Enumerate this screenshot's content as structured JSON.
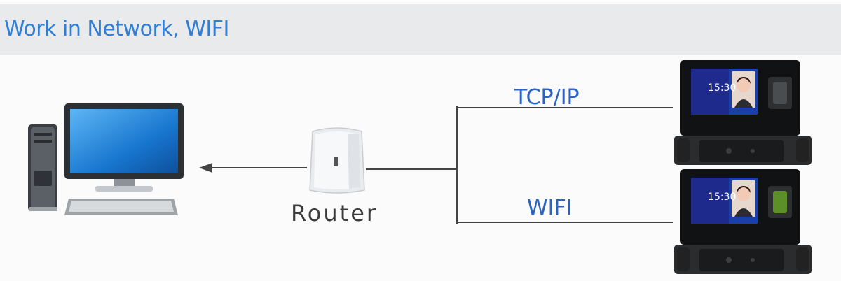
{
  "title": "Work in Network, WIFI",
  "links": {
    "tcpip": "TCP/IP",
    "wifi": "WIFI"
  },
  "router": {
    "label": "Router"
  },
  "devices": [
    {
      "time": "15:30"
    },
    {
      "time": "15:30"
    }
  ],
  "icons": {
    "computer": "desktop-computer-icon",
    "router": "router-icon",
    "terminal": "face-recognition-terminal-icon"
  }
}
